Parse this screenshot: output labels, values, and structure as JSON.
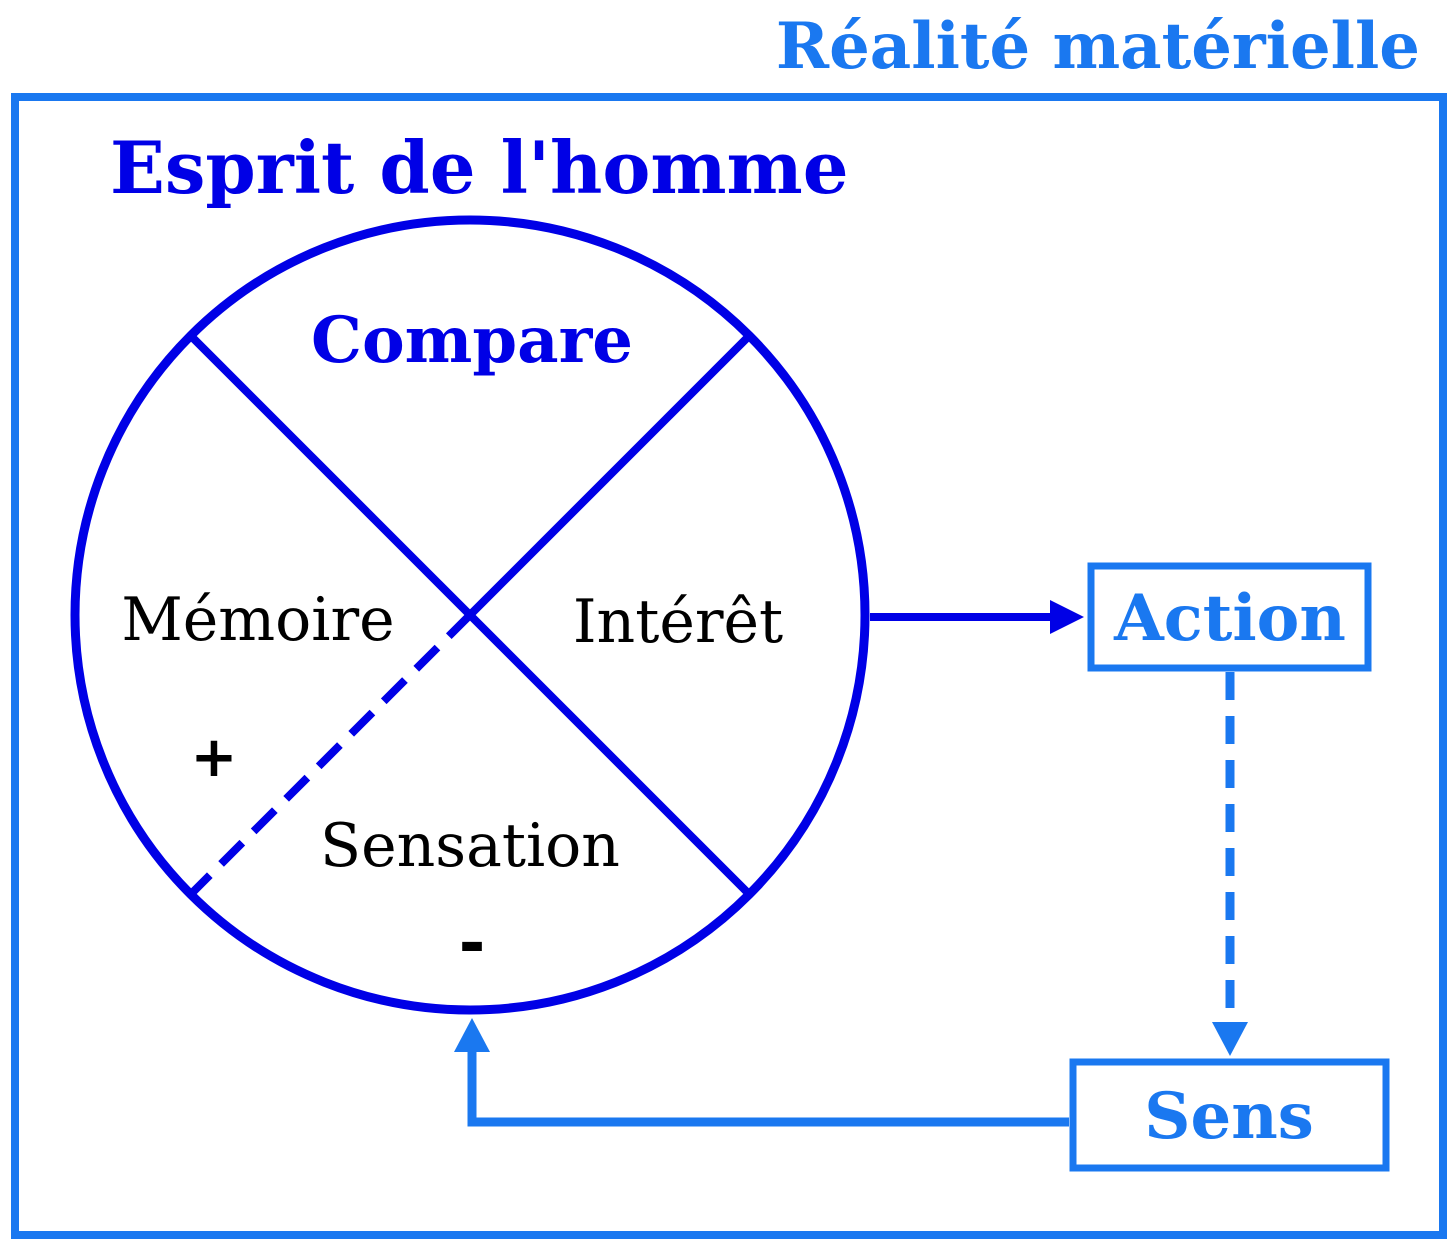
{
  "outer": {
    "title": "Réalité matérielle"
  },
  "mind": {
    "title": "Esprit de l'homme",
    "quadrants": {
      "top": "Compare",
      "left": "Mémoire",
      "right": "Intérêt",
      "bottom": "Sensation"
    },
    "signs": {
      "plus": "+",
      "minus": "-"
    }
  },
  "boxes": {
    "action": "Action",
    "sens": "Sens"
  },
  "colors": {
    "dark_blue": "#0000e6",
    "light_blue": "#1a78f0",
    "text": "#000000"
  }
}
